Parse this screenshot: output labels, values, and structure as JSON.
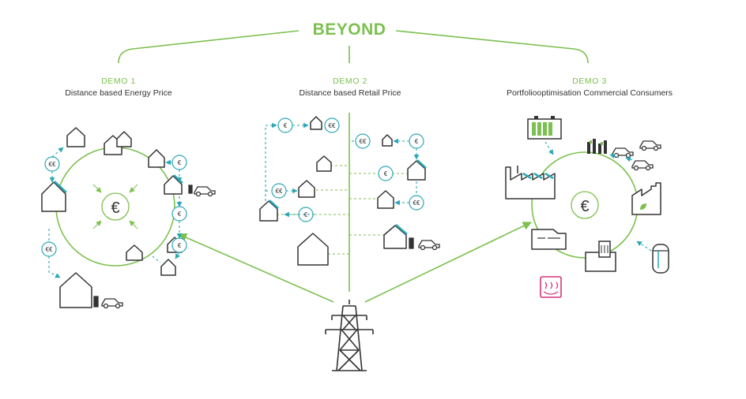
{
  "header": {
    "title": "BEYOND"
  },
  "demos": [
    {
      "number": "DEMO 1",
      "subtitle": "Distance based Energy Price"
    },
    {
      "number": "DEMO 2",
      "subtitle": "Distance based Retail Price"
    },
    {
      "number": "DEMO 3",
      "subtitle": "Portfoliooptimisation Commercial Consumers"
    }
  ],
  "symbols": {
    "euro": "€",
    "double_euro": "€€"
  },
  "colors": {
    "accent": "#7cc04f",
    "flow": "#2aa7b5",
    "dark": "#333333",
    "heat": "#d6337a"
  },
  "icons": [
    "house-icon",
    "solar-house-icon",
    "electric-car-icon",
    "euro-coin-icon",
    "double-euro-coin-icon",
    "battery-icon",
    "factory-icon",
    "eco-factory-icon",
    "office-building-icon",
    "storage-tank-icon",
    "heat-pump-icon",
    "chargers-icon",
    "power-pylon-icon"
  ]
}
